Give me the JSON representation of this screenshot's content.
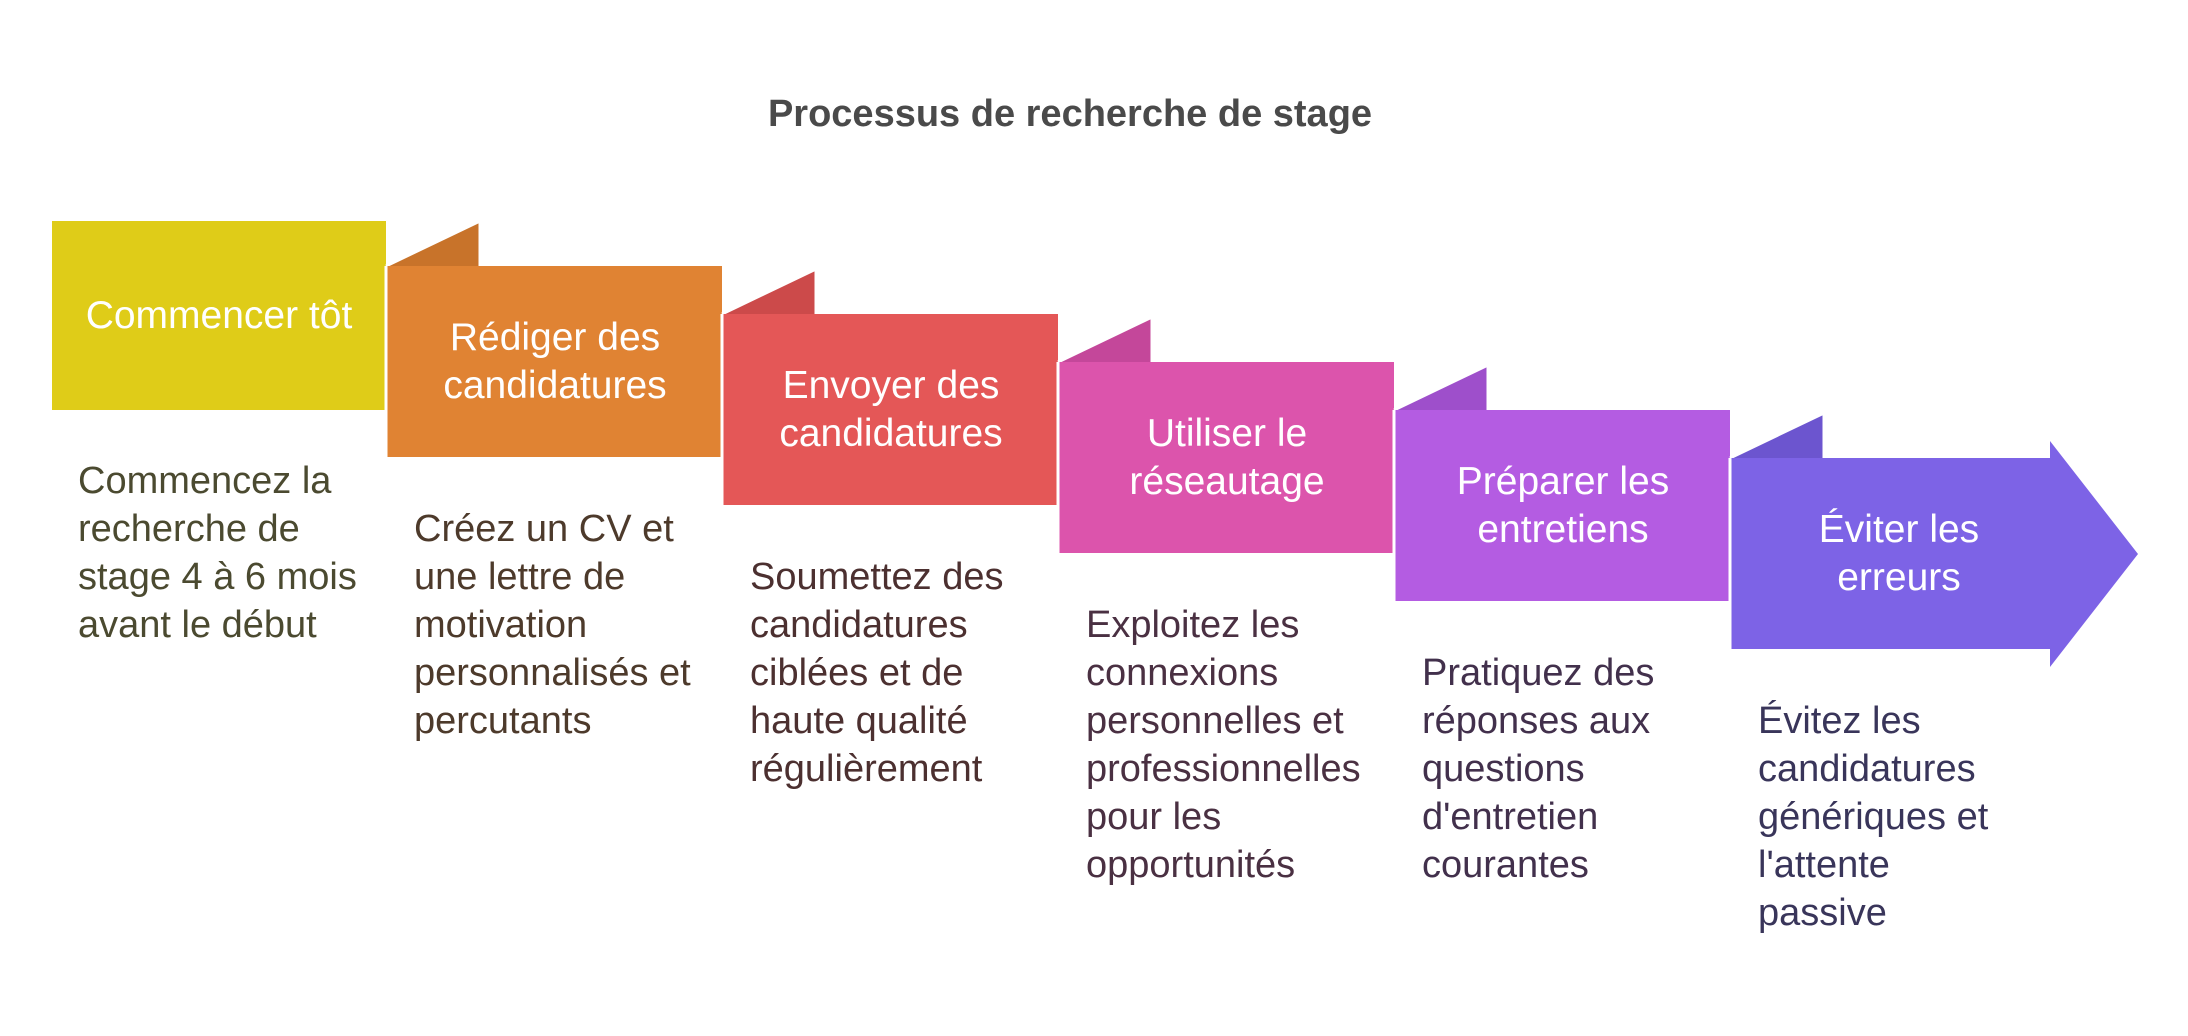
{
  "title": "Processus de recherche de stage",
  "colors": {
    "title": "#4a4a4a",
    "step_fills": [
      "#dfcc18",
      "#e08333",
      "#e45757",
      "#dc54ac",
      "#b45ce2",
      "#7d63e6"
    ],
    "step_folds": [
      "#c9b716",
      "#c8732a",
      "#cc4a4a",
      "#c4479a",
      "#9e4fcb",
      "#6c55cf"
    ],
    "desc_text": [
      "#4b4a30",
      "#4d3a2b",
      "#4c3030",
      "#4a3042",
      "#42304c",
      "#39355a"
    ]
  },
  "steps": [
    {
      "label": "Commencer tôt",
      "description": "Commencez la recherche de stage 4 à 6 mois avant le début"
    },
    {
      "label": "Rédiger des candidatures",
      "description": "Créez un CV et une lettre de motivation personnalisés et percutants"
    },
    {
      "label": "Envoyer des candidatures",
      "description": "Soumettez des candidatures ciblées et de haute qualité régulièrement"
    },
    {
      "label": "Utiliser le réseautage",
      "description": "Exploitez les connexions personnelles et professionnelles pour les opportunités"
    },
    {
      "label": "Préparer les entretiens",
      "description": "Pratiquez des réponses aux questions d'entretien courantes"
    },
    {
      "label": "Éviter les erreurs",
      "description": "Évitez les candidatures génériques et l'attente passive"
    }
  ]
}
